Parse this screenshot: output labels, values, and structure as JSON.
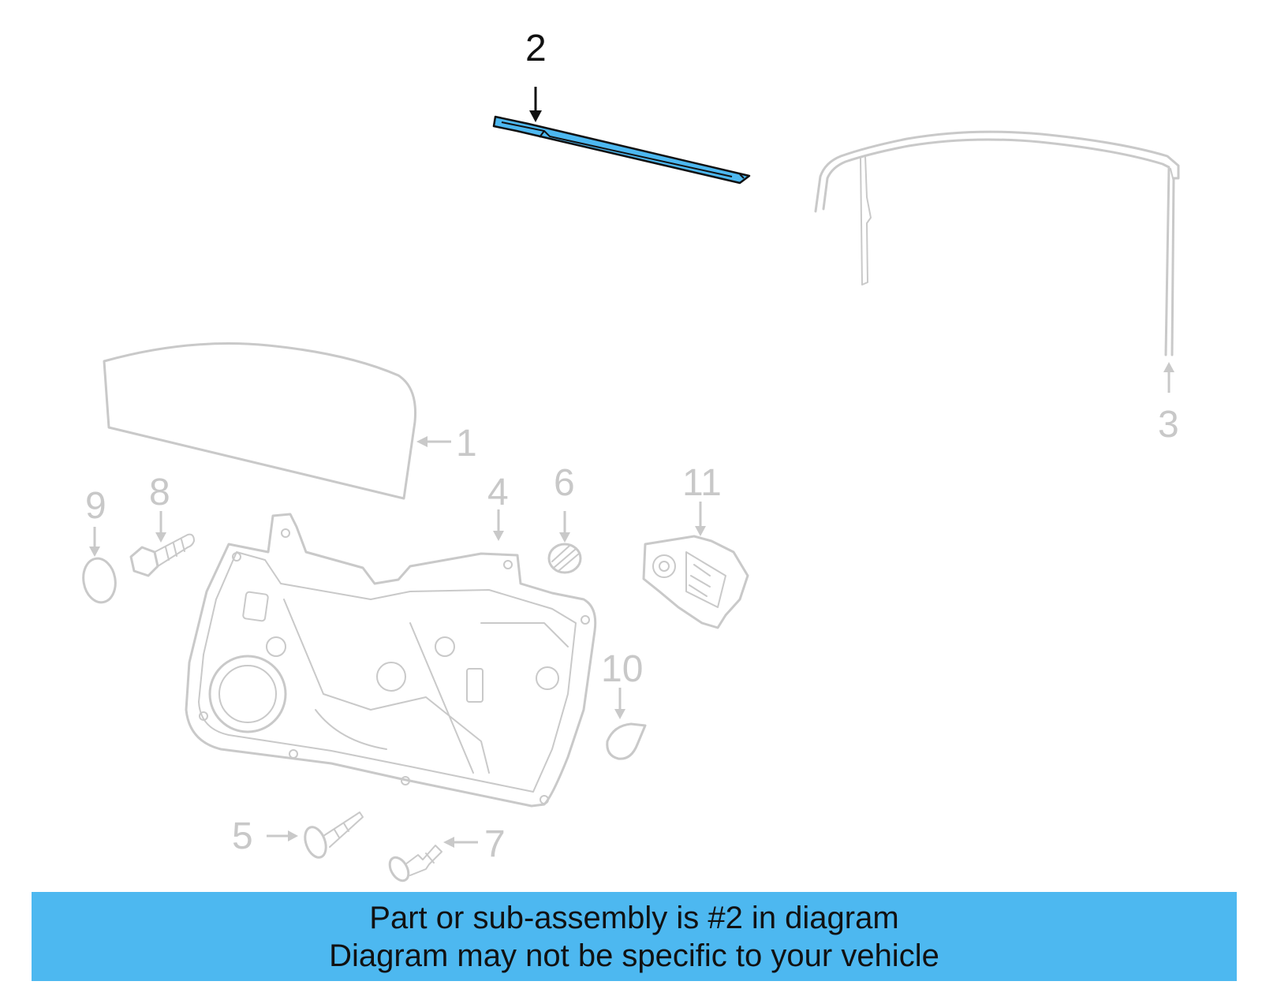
{
  "callouts": {
    "c1": "1",
    "c2": "2",
    "c3": "3",
    "c4": "4",
    "c5": "5",
    "c6": "6",
    "c7": "7",
    "c8": "8",
    "c9": "9",
    "c10": "10",
    "c11": "11"
  },
  "highlight_color": "#4db8f0",
  "banner": {
    "line1": "Part or sub-assembly is #2 in diagram",
    "line2": "Diagram may not be specific to your vehicle"
  }
}
